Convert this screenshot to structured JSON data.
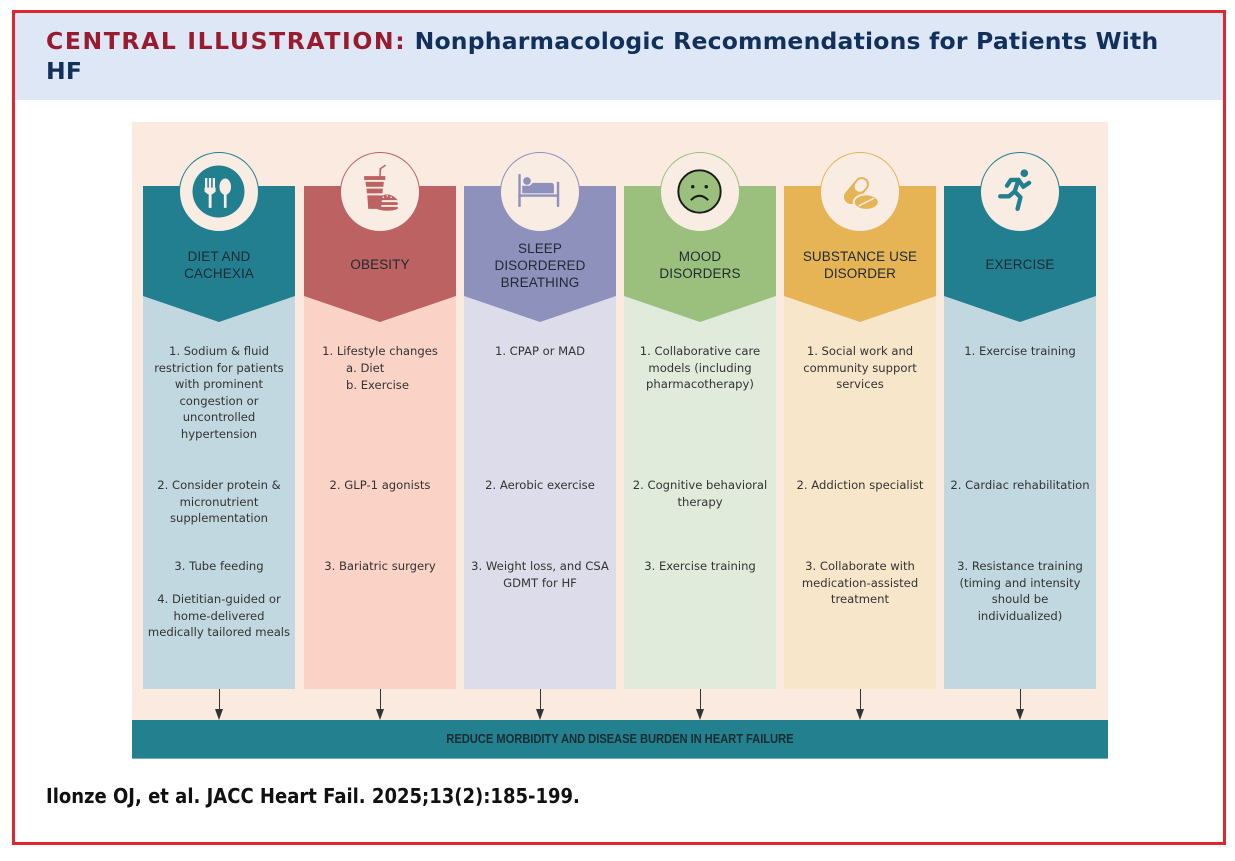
{
  "header": {
    "kicker": "CENTRAL ILLUSTRATION:",
    "title": "Nonpharmacologic Recommendations for Patients With HF"
  },
  "colors": {
    "border": "#e0262f",
    "header_bg": "#dde7f5",
    "kicker": "#981b2f",
    "title": "#12305c",
    "panel_bg": "#faeae0",
    "banner": "#22808f"
  },
  "columns": [
    {
      "icon": "fork-spoon-icon",
      "label": "DIET AND CACHEXIA",
      "label_lines": [
        "DIET AND",
        "CACHEXIA"
      ],
      "header_color": "#227f90",
      "body_color": "#c2d8e0",
      "items": [
        "1. Sodium & fluid restriction for patients with prominent congestion or uncontrolled hypertension",
        "2. Consider protein & micronutrient supplementation",
        "3. Tube feeding",
        "4. Dietitian-guided or home-delivered medically tailored meals"
      ]
    },
    {
      "icon": "fast-food-icon",
      "label": "OBESITY",
      "label_lines": [
        "OBESITY"
      ],
      "header_color": "#bc6262",
      "body_color": "#fbd2c6",
      "items": [
        "1. Lifestyle changes",
        "a. Diet",
        "b. Exercise",
        "2. GLP-1 agonists",
        "3. Bariatric surgery"
      ]
    },
    {
      "icon": "bed-icon",
      "label": "SLEEP DISORDERED BREATHING",
      "label_lines": [
        "SLEEP",
        "DISORDERED",
        "BREATHING"
      ],
      "header_color": "#8f91bd",
      "body_color": "#dcdcea",
      "items": [
        "1. CPAP or MAD",
        "2. Aerobic exercise",
        "3. Weight loss, and CSA GDMT for HF"
      ]
    },
    {
      "icon": "sad-face-icon",
      "label": "MOOD DISORDERS",
      "label_lines": [
        "MOOD",
        "DISORDERS"
      ],
      "header_color": "#9bc07e",
      "body_color": "#e0ebdb",
      "items": [
        "1. Collaborative care models (including pharmacotherapy)",
        "2. Cognitive behavioral therapy",
        "3. Exercise training"
      ]
    },
    {
      "icon": "pills-icon",
      "label": "SUBSTANCE USE DISORDER",
      "label_lines": [
        "SUBSTANCE USE",
        "DISORDER"
      ],
      "header_color": "#e6b455",
      "body_color": "#f8e6cb",
      "items": [
        "1. Social work and community support services",
        "2. Addiction specialist",
        "3. Collaborate with medication-assisted treatment"
      ]
    },
    {
      "icon": "runner-icon",
      "label": "EXERCISE",
      "label_lines": [
        "EXERCISE"
      ],
      "header_color": "#227f90",
      "body_color": "#c2d8e0",
      "items": [
        "1. Exercise training",
        "2. Cardiac rehabilitation",
        "3. Resistance training (timing and intensity should be individualized)"
      ]
    }
  ],
  "outcome": "REDUCE MORBIDITY AND DISEASE BURDEN IN HEART FAILURE",
  "citation": "Ilonze OJ, et al. JACC Heart Fail. 2025;13(2):185-199."
}
